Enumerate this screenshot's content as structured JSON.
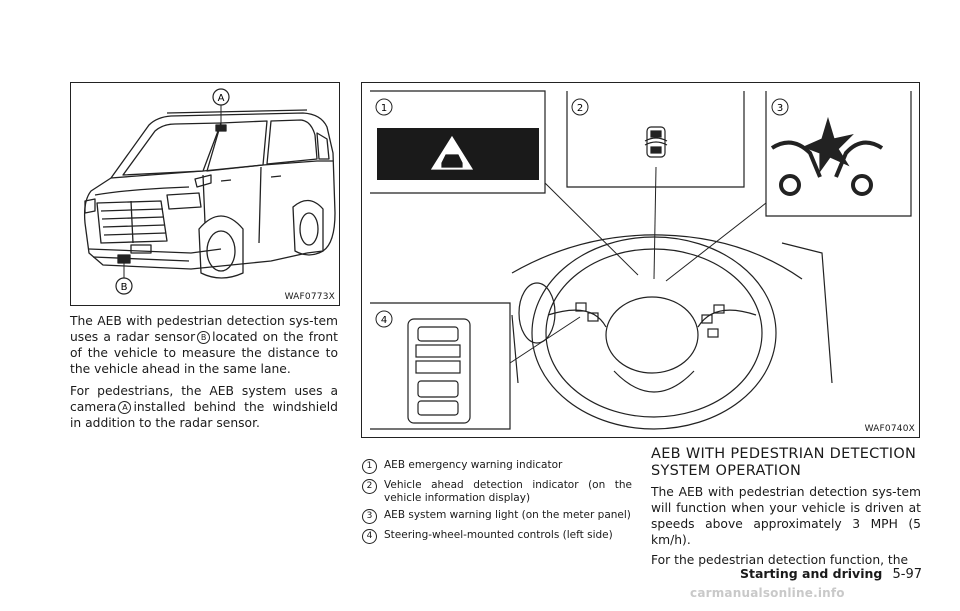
{
  "figures": {
    "left": {
      "code": "WAF0773X",
      "callouts": [
        "A",
        "B"
      ]
    },
    "right": {
      "code": "WAF0740X",
      "callouts": [
        "1",
        "2",
        "3",
        "4"
      ]
    }
  },
  "left_column": {
    "para1_before": "The AEB with pedestrian detection sys-tem uses a radar sensor",
    "para1_marker": "B",
    "para1_after": "located on the front of the vehicle to measure the distance to the vehicle ahead in the same lane.",
    "para2_before": "For pedestrians, the AEB system uses a camera",
    "para2_marker": "A",
    "para2_after": "installed behind the windshield in addition to the radar sensor."
  },
  "legend": [
    {
      "num": "1",
      "text": "AEB emergency warning indicator"
    },
    {
      "num": "2",
      "text": "Vehicle ahead detection indicator (on the vehicle information display)"
    },
    {
      "num": "3",
      "text": "AEB system warning light (on the meter panel)"
    },
    {
      "num": "4",
      "text": "Steering-wheel-mounted controls (left side)"
    }
  ],
  "section": {
    "heading": "AEB WITH PEDESTRIAN DETECTION SYSTEM OPERATION",
    "para1": "The AEB with pedestrian detection sys-tem will function when your vehicle is driven at speeds above approximately 3 MPH (5 km/h).",
    "para2": "For the pedestrian detection function, the"
  },
  "footer": {
    "section_title": "Starting and driving",
    "page_number": "5-97"
  },
  "watermark": "carmanualsonline.info"
}
